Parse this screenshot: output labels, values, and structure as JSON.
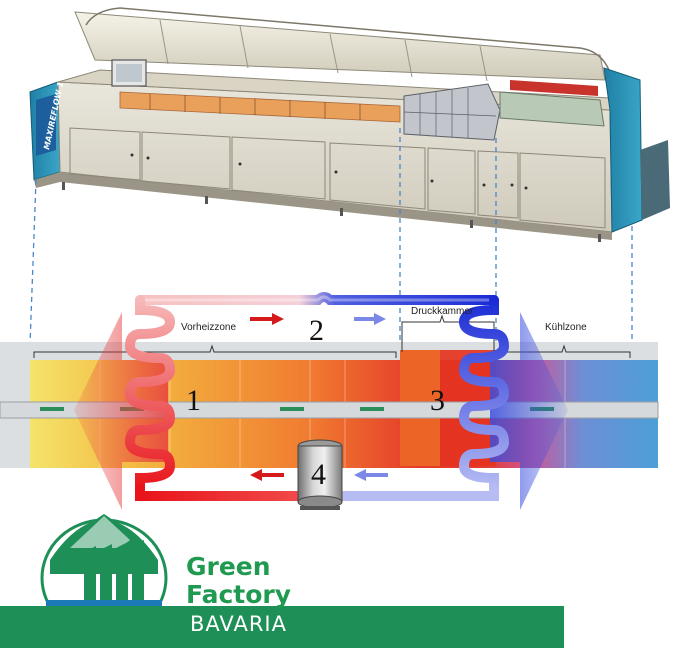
{
  "labels": {
    "preheat_zone": "Vorheizzone",
    "pressure_chamber": "Druckkammer",
    "cooling_zone": "Kühlzone",
    "machine_brand": "MAXIREFLOW 1"
  },
  "steps": [
    "1",
    "2",
    "3",
    "4"
  ],
  "logo": {
    "line1": "Green",
    "line2": "Factory",
    "line3": "BAVARIA"
  },
  "colors": {
    "hot": "#e8141a",
    "cold": "#1a2bd6",
    "logo_green": "#1f9a50",
    "logo_band": "#1f8f58",
    "logo_blue": "#1d78b8"
  }
}
